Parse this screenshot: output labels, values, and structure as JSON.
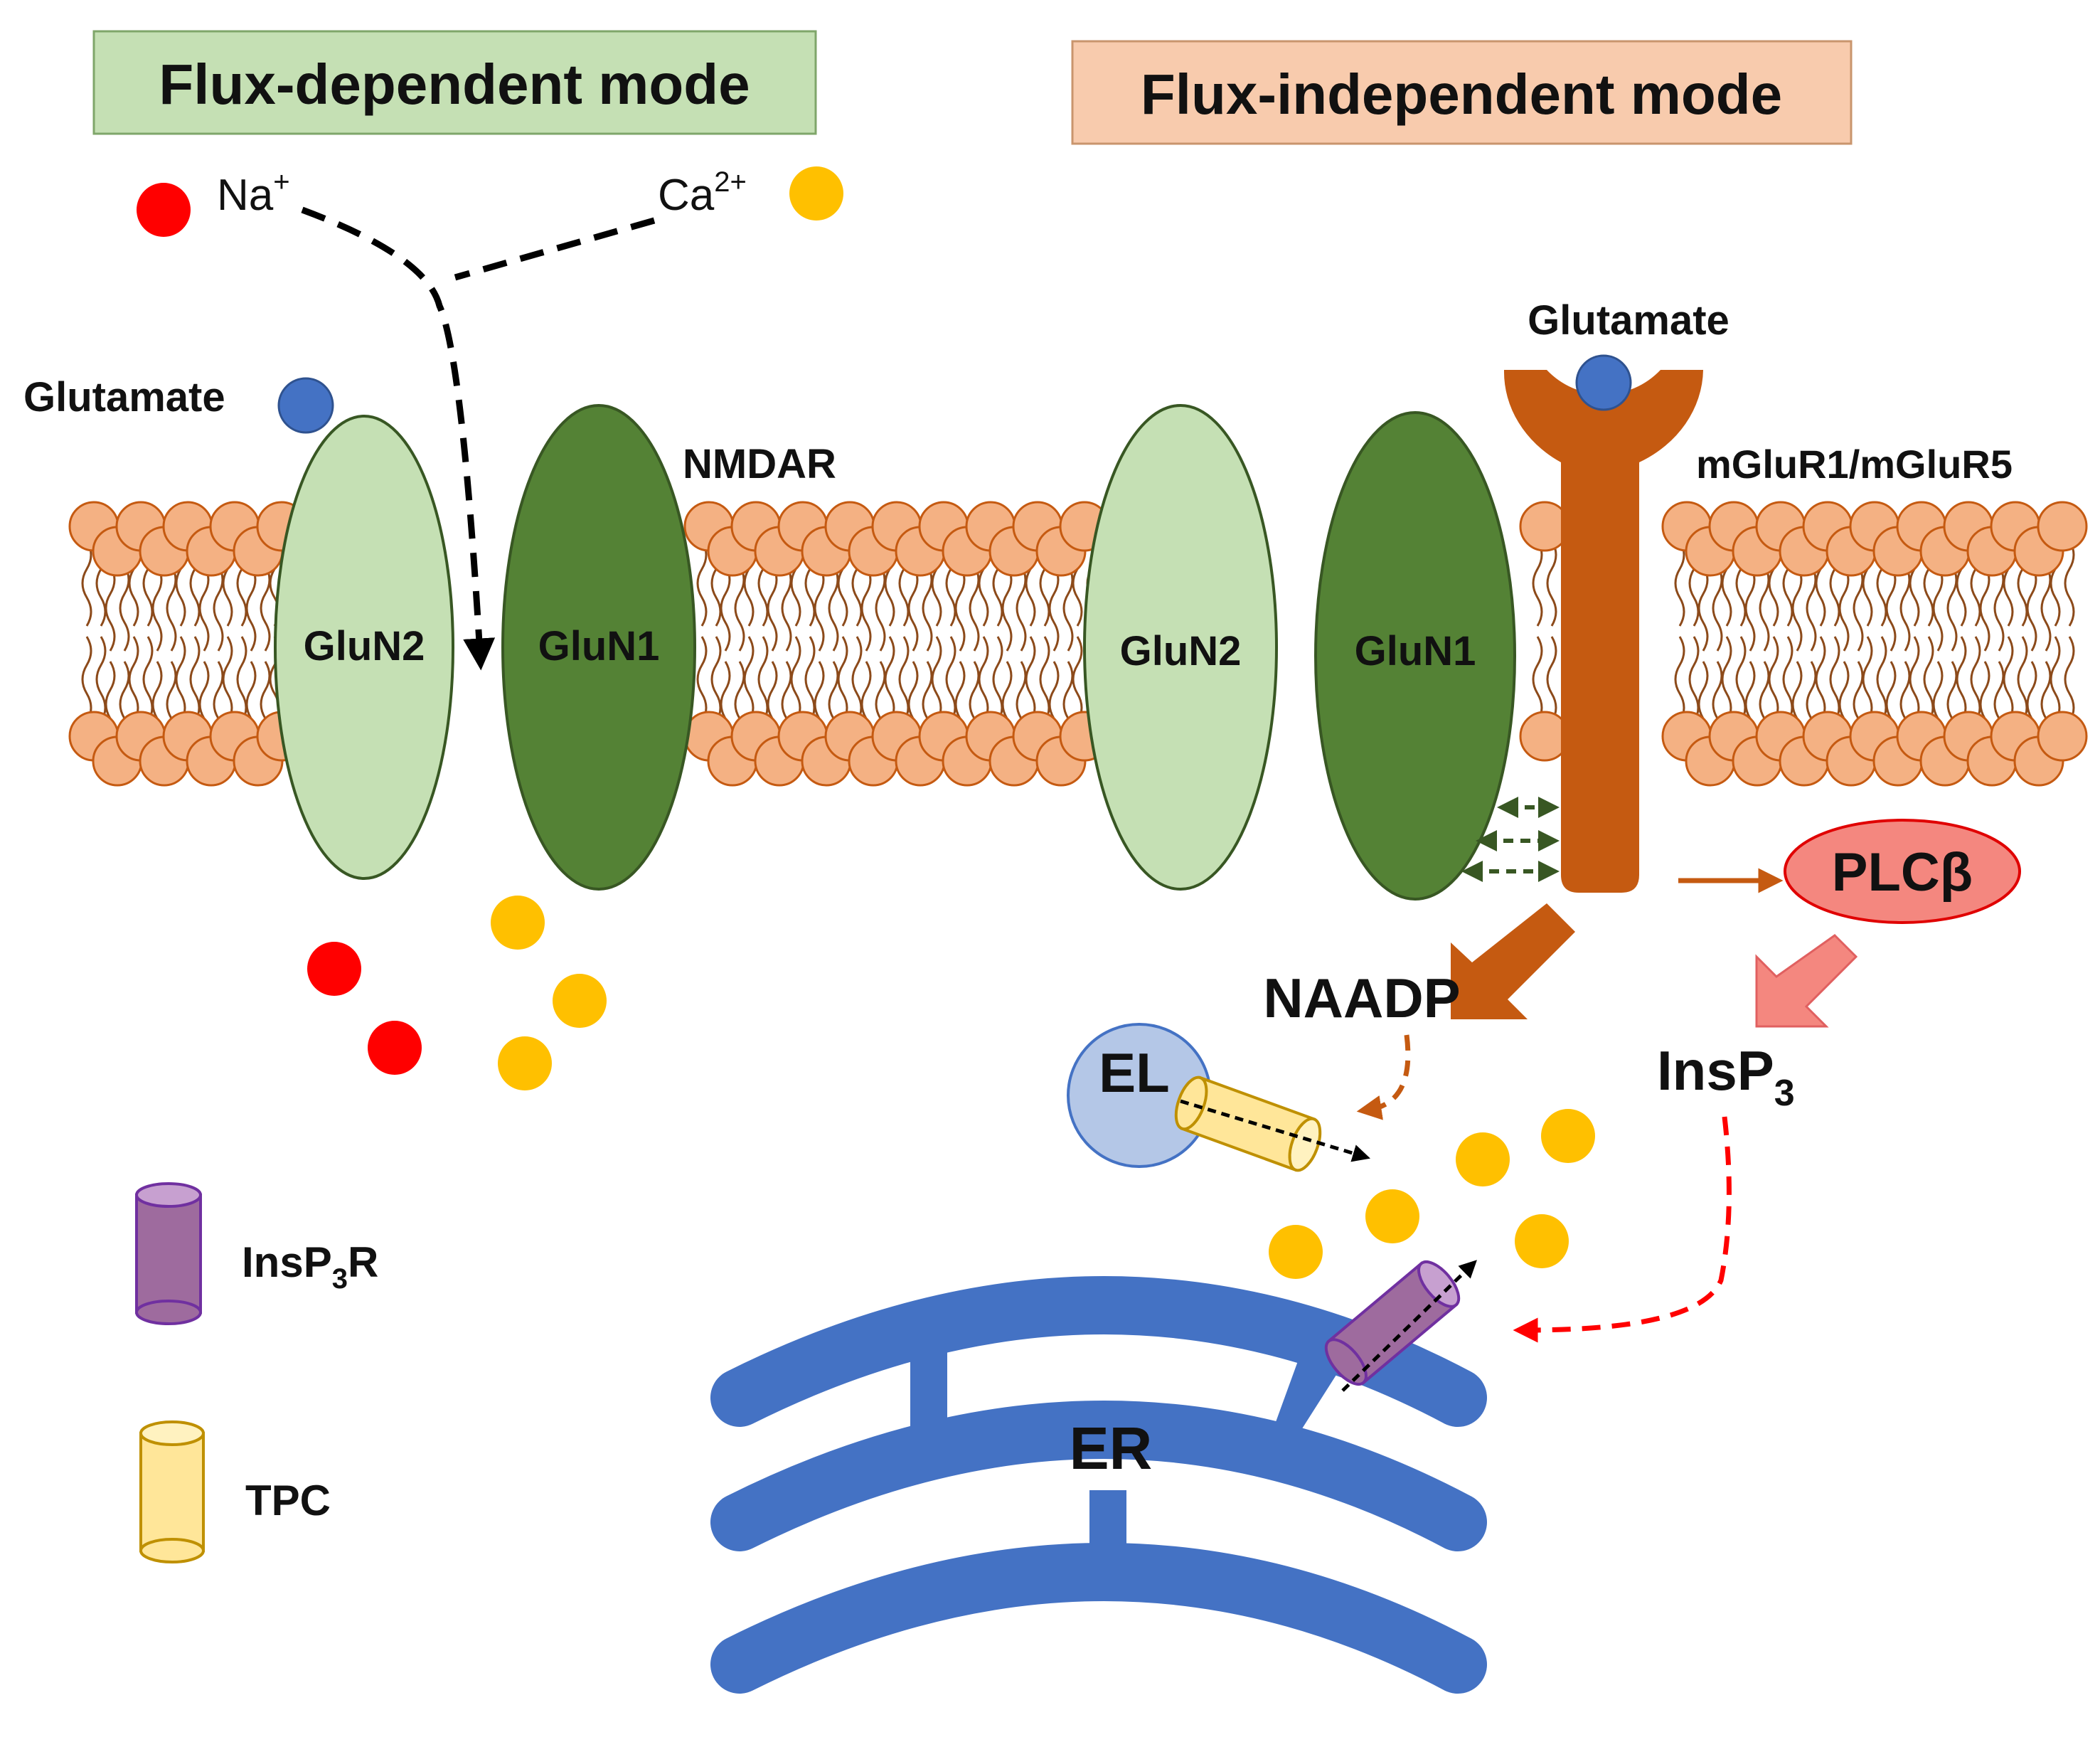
{
  "title_left": "Flux-dependent mode",
  "title_right": "Flux-independent mode",
  "ions": {
    "na": "Na",
    "na_sup": "+",
    "ca": "Ca",
    "ca_sup": "2+"
  },
  "labels": {
    "glutamate_left": "Glutamate",
    "glutamate_right": "Glutamate",
    "nmdar": "NMDAR",
    "mglur": "mGluR1/mGluR5",
    "glun2": "GluN2",
    "glun1": "GluN1",
    "plcb": "PLCβ",
    "naadp": "NAADP",
    "insp3": "InsP",
    "insp3_sub": "3",
    "el": "EL",
    "er": "ER"
  },
  "legend": {
    "insp3r": "InsP",
    "insp3r_sub": "3",
    "insp3r_suffix": "R",
    "tpc": "TPC"
  },
  "colors": {
    "title_left_bg": "#c5e0b4",
    "title_right_bg": "#f8cbad",
    "sodium": "#ff0000",
    "calcium": "#ffc000",
    "glutamate": "#4472c4",
    "glun2": "#c5e0b4",
    "glun1": "#548235",
    "mglur": "#c55a11",
    "lipid_head": "#f4b183",
    "er": "#4472c4",
    "el": "#b4c7e7",
    "plcb": "#f4877f",
    "insp3r": "#9e6b9e",
    "tpc": "#ffe699"
  }
}
